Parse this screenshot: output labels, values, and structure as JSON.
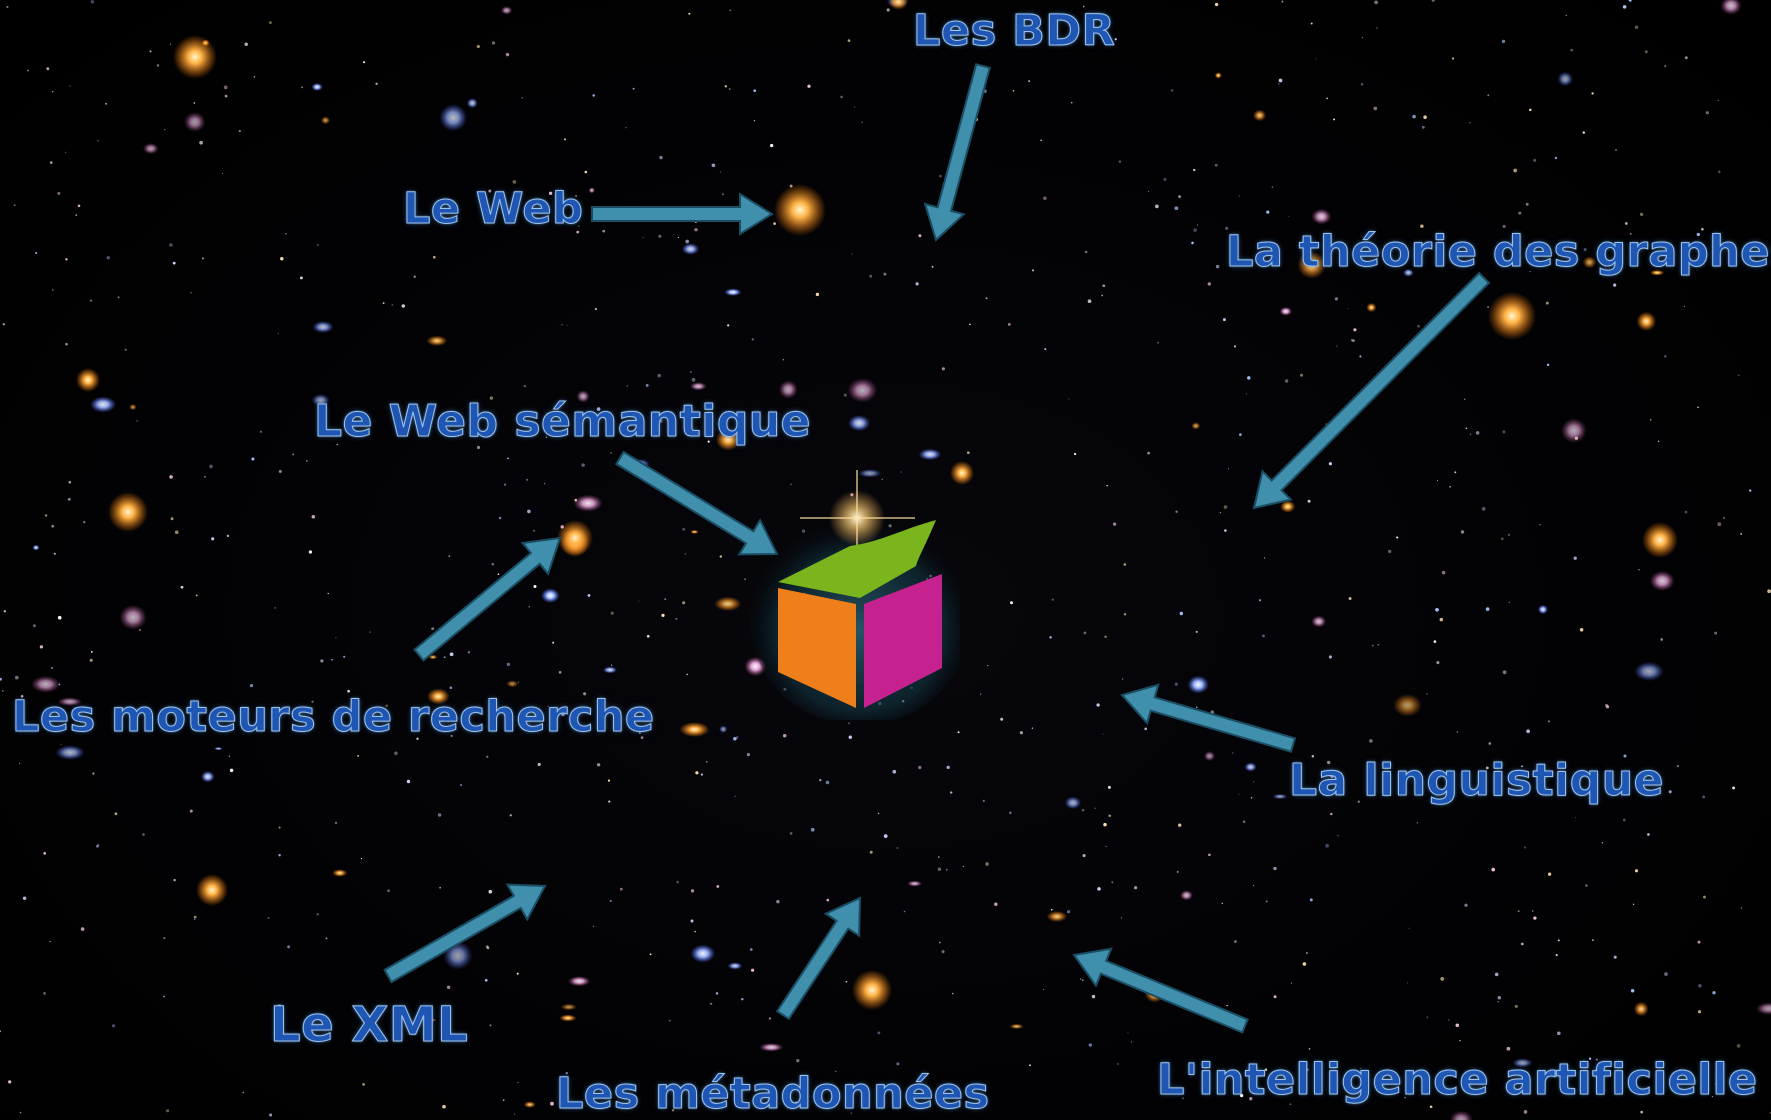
{
  "labels": {
    "bdr": "Les BDR",
    "web": "Le Web",
    "graph_theory": "La théorie des graphes",
    "semantic_web": "Le Web sémantique",
    "search_engines": "Les moteurs de recherche",
    "linguistics": "La linguistique",
    "xml": "Le XML",
    "metadata": "Les métadonnées",
    "ai": "L'intelligence artificielle"
  },
  "colors": {
    "label_fill": "#1f56b4",
    "label_outline": "#9cc3ea",
    "arrow": "#3f8fad",
    "arrow_edge": "#1b4d63",
    "cube_top": "#7ab51d",
    "cube_left": "#ef7f1a",
    "cube_right": "#c6228f",
    "background": "#000000"
  },
  "icons": {
    "center_logo": "semantic-cube-logo",
    "background": "deep-field-galaxies"
  }
}
